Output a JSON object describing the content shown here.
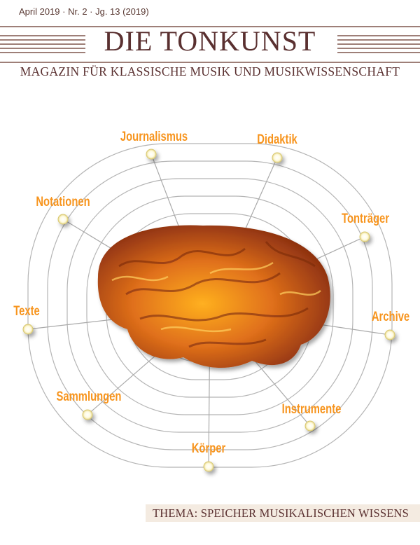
{
  "issue_line": "April 2019  ·  Nr. 2  ·  Jg. 13 (2019)",
  "masthead": {
    "title": "DIE TONKUNST",
    "subtitle": "MAGAZIN FÜR KLASSISCHE MUSIK UND MUSIKWISSENSCHAFT"
  },
  "network": {
    "labels": [
      "Journalismus",
      "Didaktik",
      "Notationen",
      "Tonträger",
      "Texte",
      "Archive",
      "Sammlungen",
      "Instrumente",
      "Körper"
    ]
  },
  "theme_banner": "THEMA: SPEICHER MUSIKALISCHEN WISSENS",
  "colors": {
    "brand": "#5a3030",
    "label": "#f7941d",
    "banner_bg": "#f4ebe1"
  }
}
